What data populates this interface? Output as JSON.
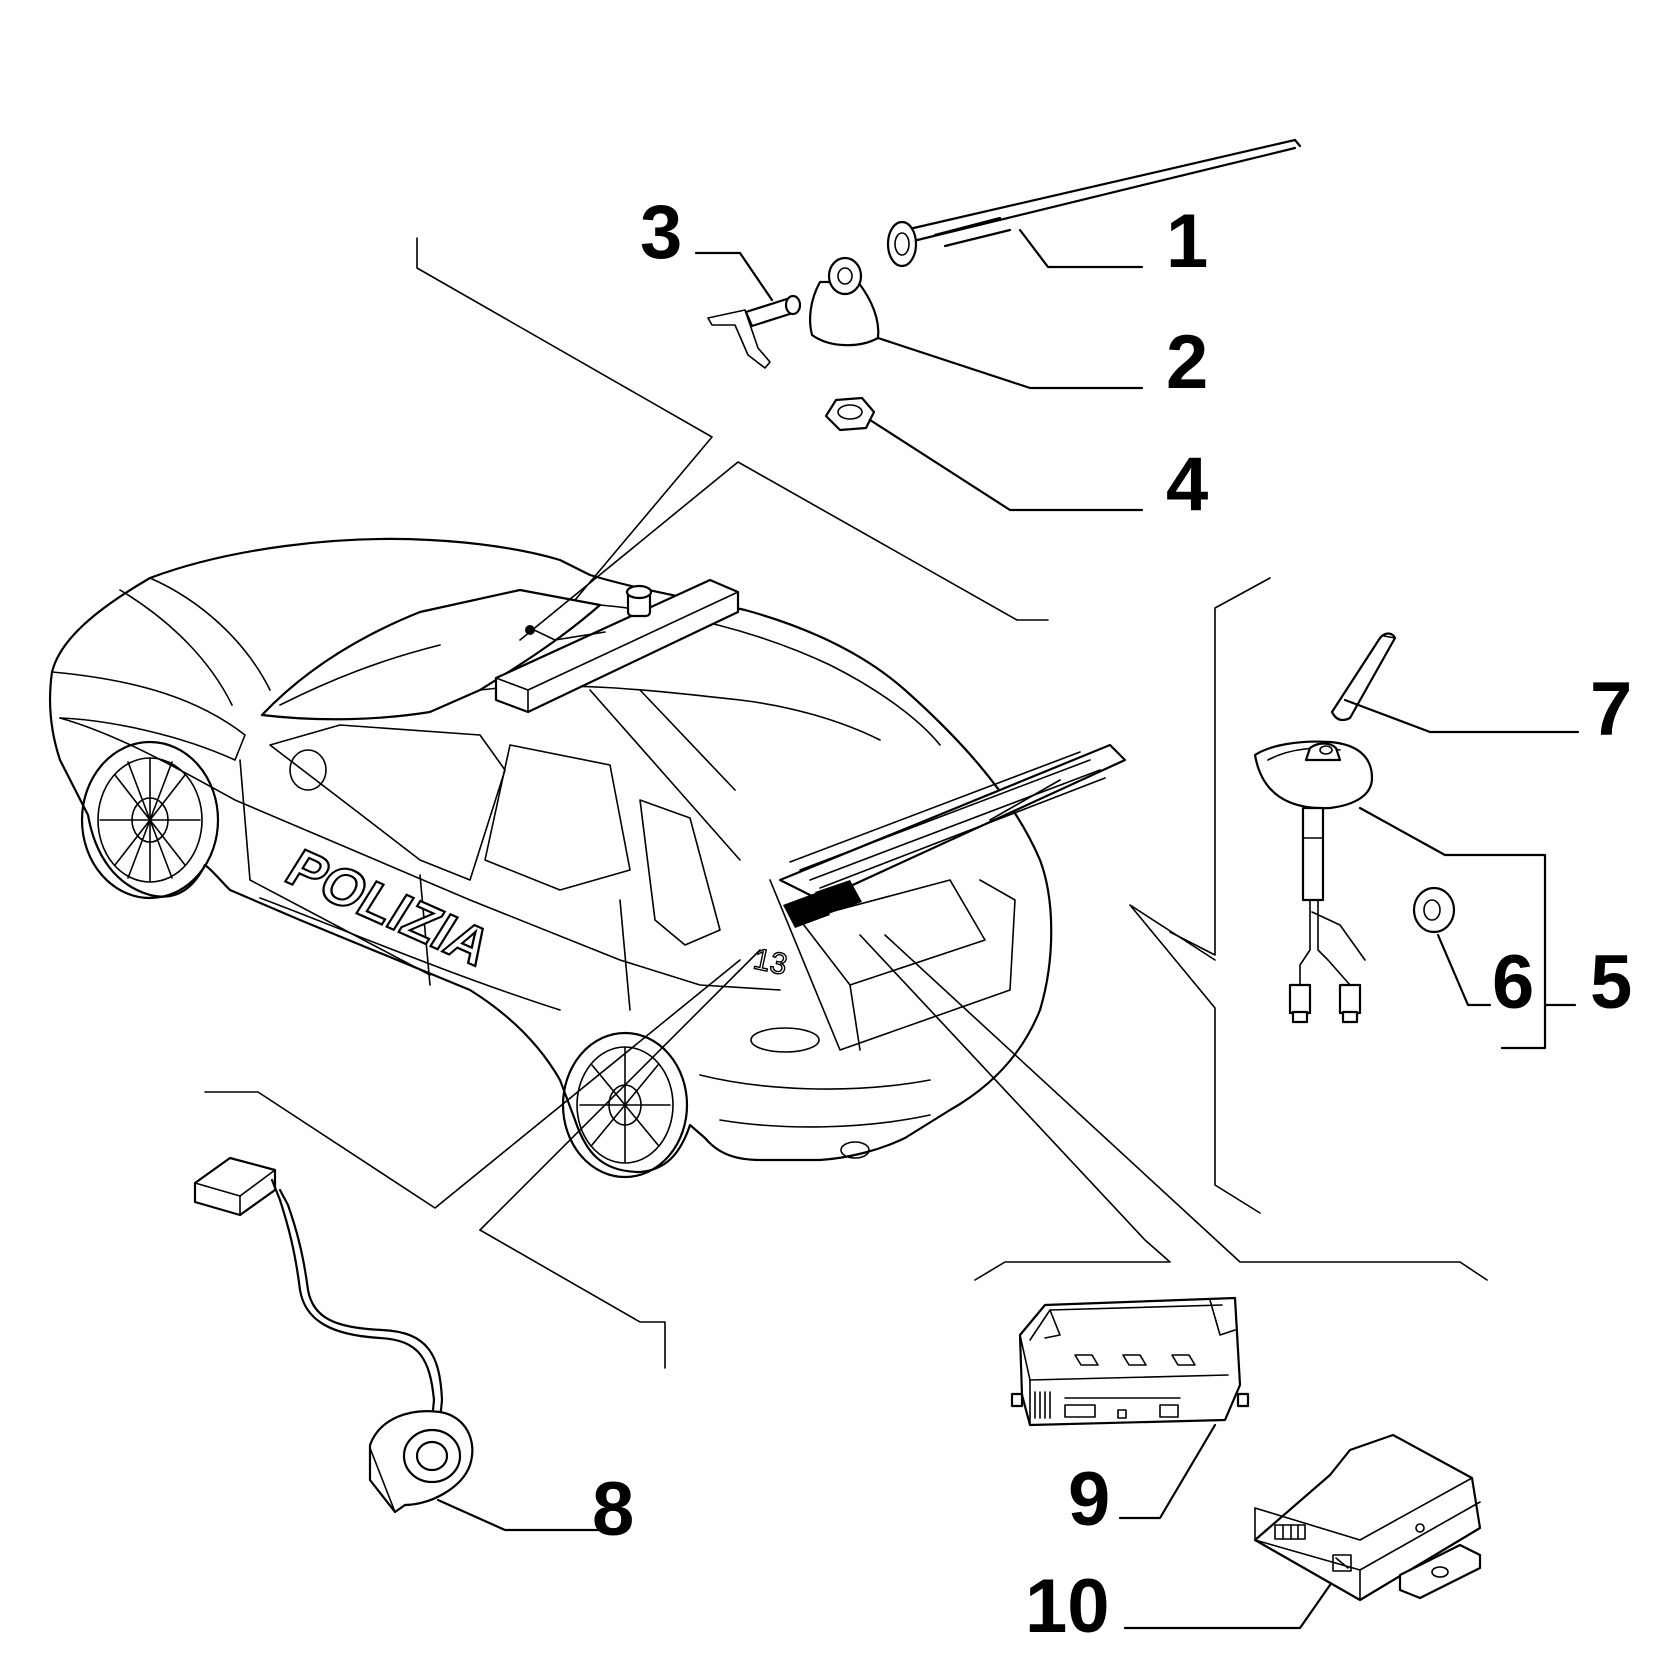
{
  "figure": {
    "vehicle_livery_text": "POLIZIA",
    "vehicle_unit_number": "13",
    "callouts": [
      {
        "id": "1",
        "label": "1"
      },
      {
        "id": "2",
        "label": "2"
      },
      {
        "id": "3",
        "label": "3"
      },
      {
        "id": "4",
        "label": "4"
      },
      {
        "id": "5",
        "label": "5"
      },
      {
        "id": "6",
        "label": "6"
      },
      {
        "id": "7",
        "label": "7"
      },
      {
        "id": "8",
        "label": "8"
      },
      {
        "id": "9",
        "label": "9"
      },
      {
        "id": "10",
        "label": "10"
      }
    ]
  },
  "colors": {
    "line": "#000000",
    "background": "#ffffff"
  }
}
